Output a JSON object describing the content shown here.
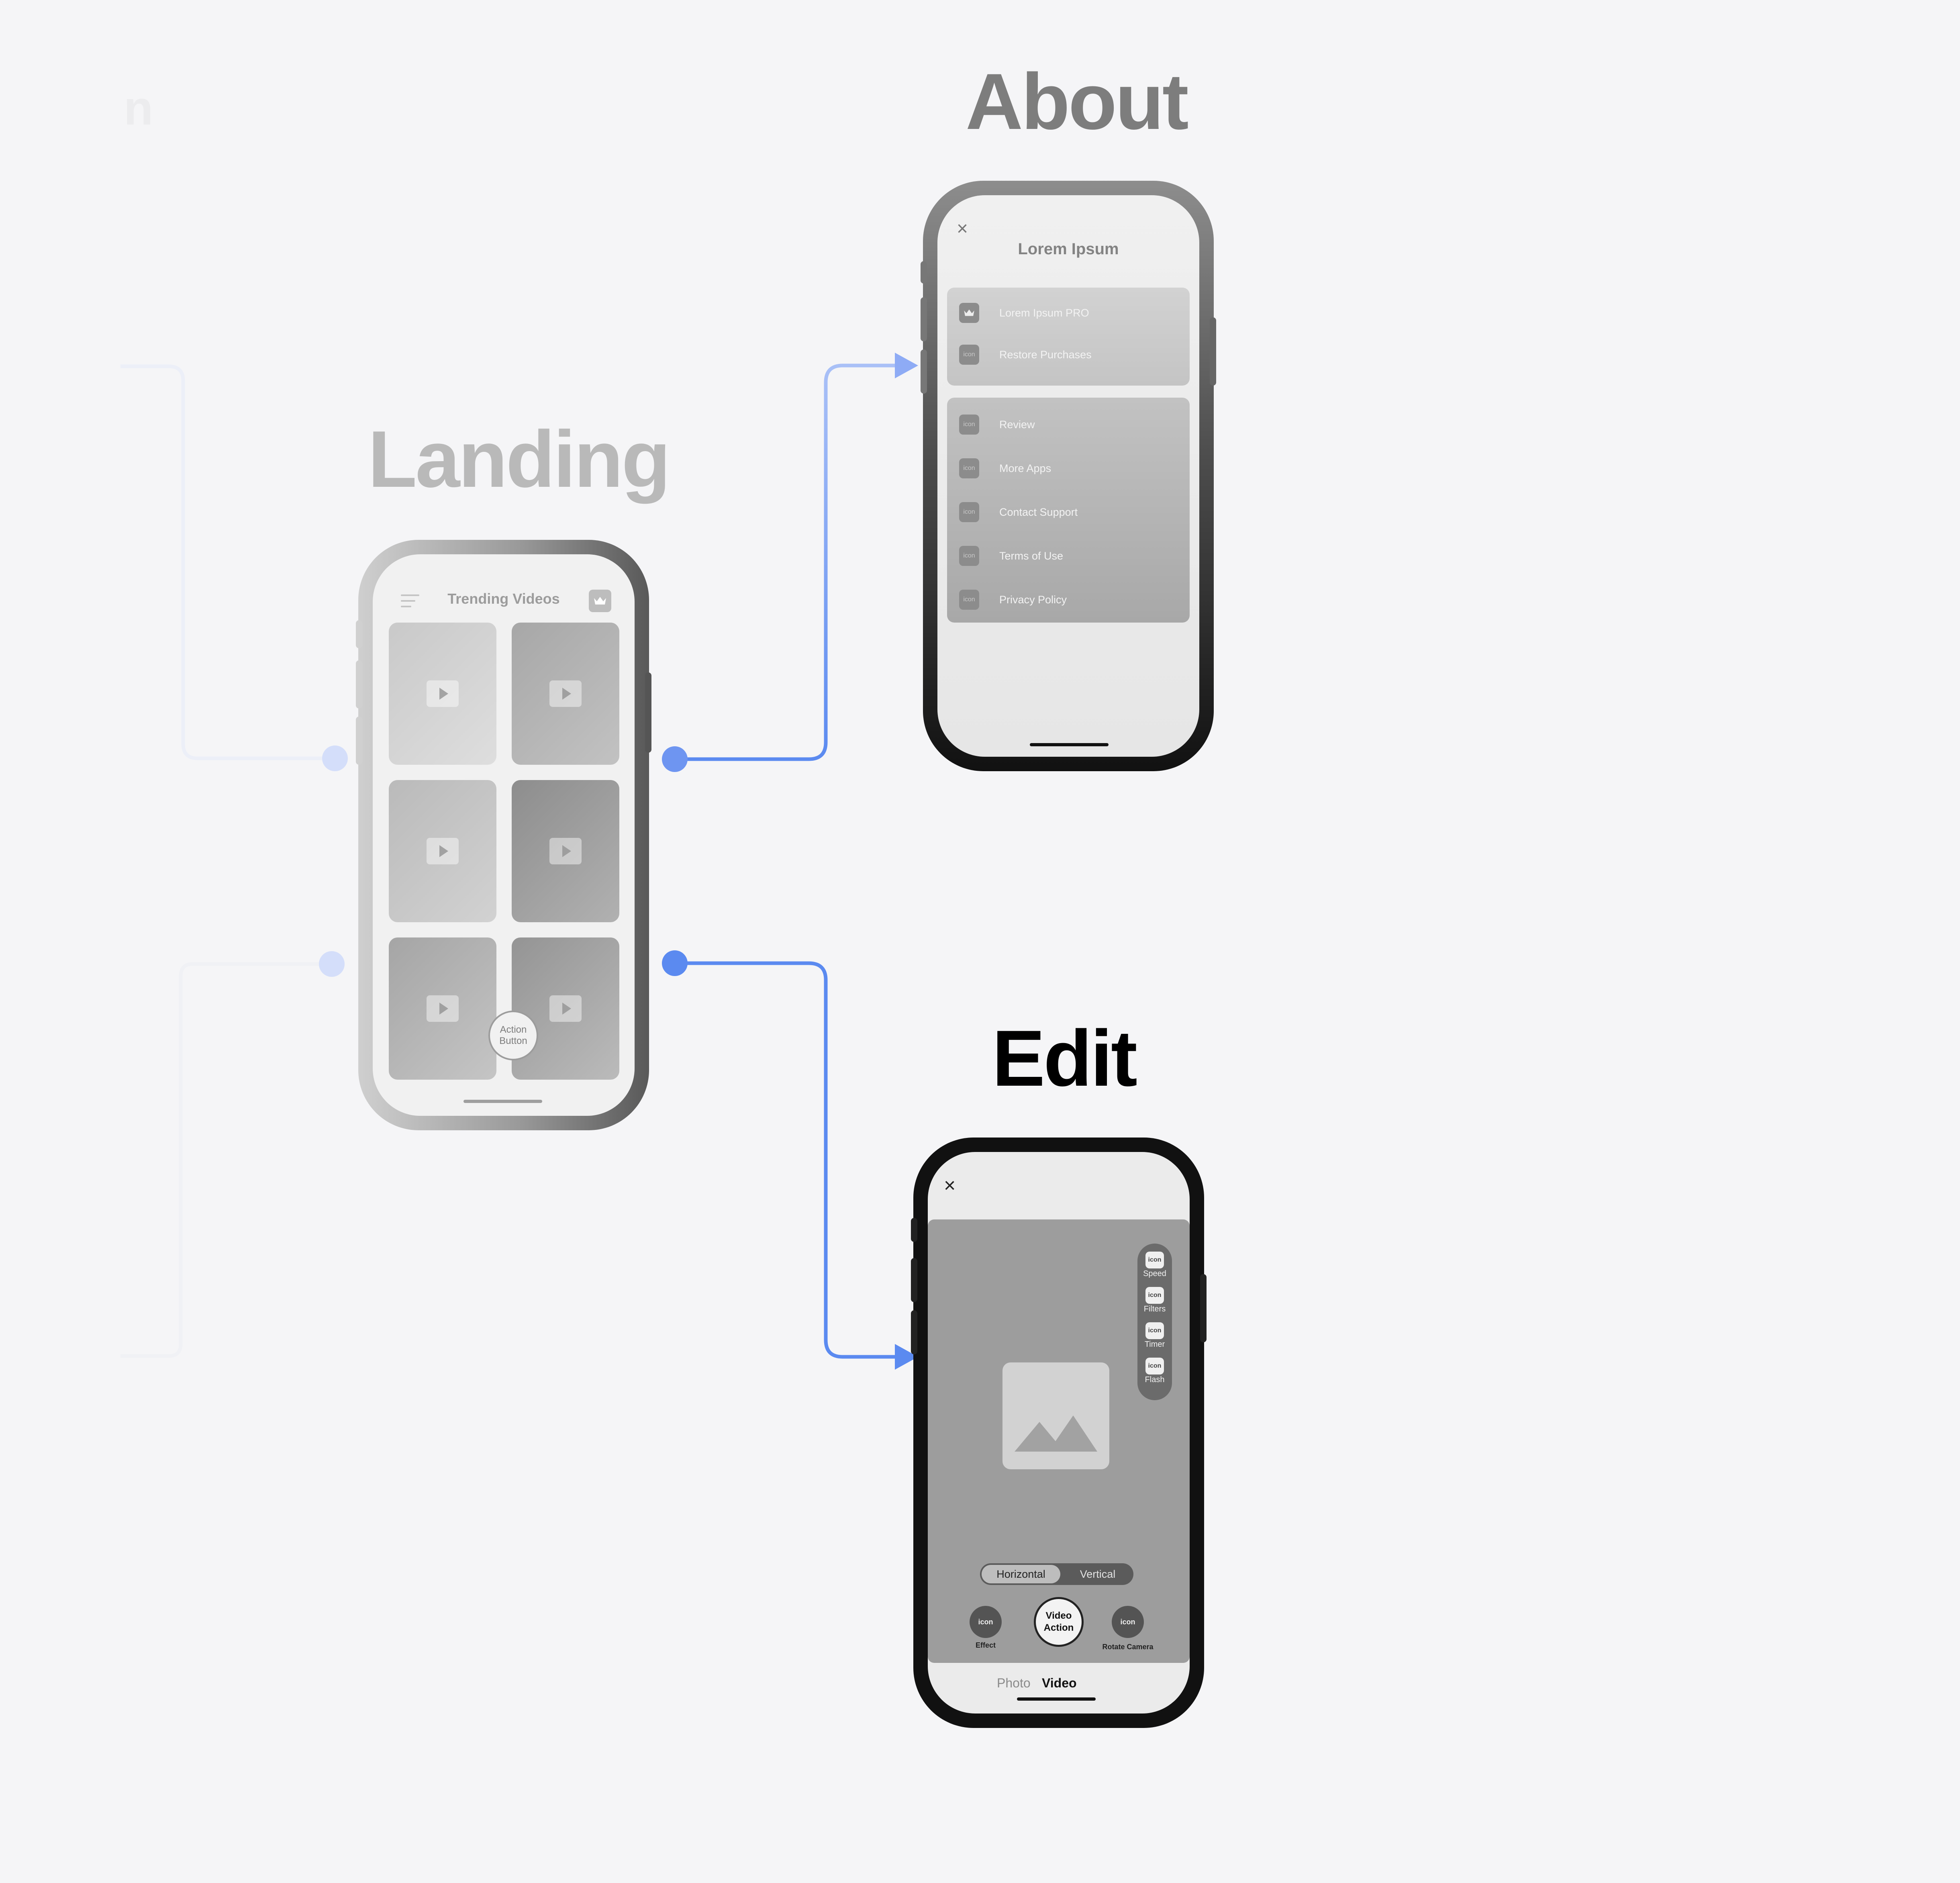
{
  "screens": {
    "landing": {
      "title": "Landing"
    },
    "about": {
      "title": "About"
    },
    "edit": {
      "title": "Edit"
    }
  },
  "landing": {
    "header_title": "Trending Videos",
    "icons": {
      "menu": "hamburger-menu-icon",
      "premium": "crown-icon",
      "tile": "play-icon"
    },
    "tile_count": 6,
    "action_button": {
      "line1": "Action",
      "line2": "Button"
    }
  },
  "about": {
    "header_title": "Lorem Ipsum",
    "close_icon": "close-icon",
    "group1": [
      {
        "icon": "crown-icon",
        "label": "Lorem Ipsum PRO"
      },
      {
        "icon": "icon",
        "label": "Restore Purchases"
      }
    ],
    "group2": [
      {
        "icon": "icon",
        "label": "Review"
      },
      {
        "icon": "icon",
        "label": "More Apps"
      },
      {
        "icon": "icon",
        "label": "Contact Support"
      },
      {
        "icon": "icon",
        "label": "Terms of Use"
      },
      {
        "icon": "icon",
        "label": "Privacy Policy"
      }
    ]
  },
  "edit": {
    "close_icon": "close-icon",
    "image_placeholder_icon": "image-icon",
    "side_tools": [
      {
        "icon": "icon",
        "label": "Speed"
      },
      {
        "icon": "icon",
        "label": "Filters"
      },
      {
        "icon": "icon",
        "label": "Timer"
      },
      {
        "icon": "icon",
        "label": "Flash"
      }
    ],
    "orientation": {
      "selected": "Horizontal",
      "other": "Vertical"
    },
    "controls": {
      "left": {
        "icon": "icon",
        "label": "Effect"
      },
      "center": {
        "line1": "Video",
        "line2": "Action"
      },
      "right": {
        "icon": "icon",
        "label": "Rotate Camera"
      }
    },
    "modes": {
      "photo": "Photo",
      "video": "Video",
      "selected": "Video"
    }
  },
  "colors": {
    "connector": "#5b8af0",
    "connector_faint": "#c9d6f8",
    "background": "#f5f5f7"
  }
}
